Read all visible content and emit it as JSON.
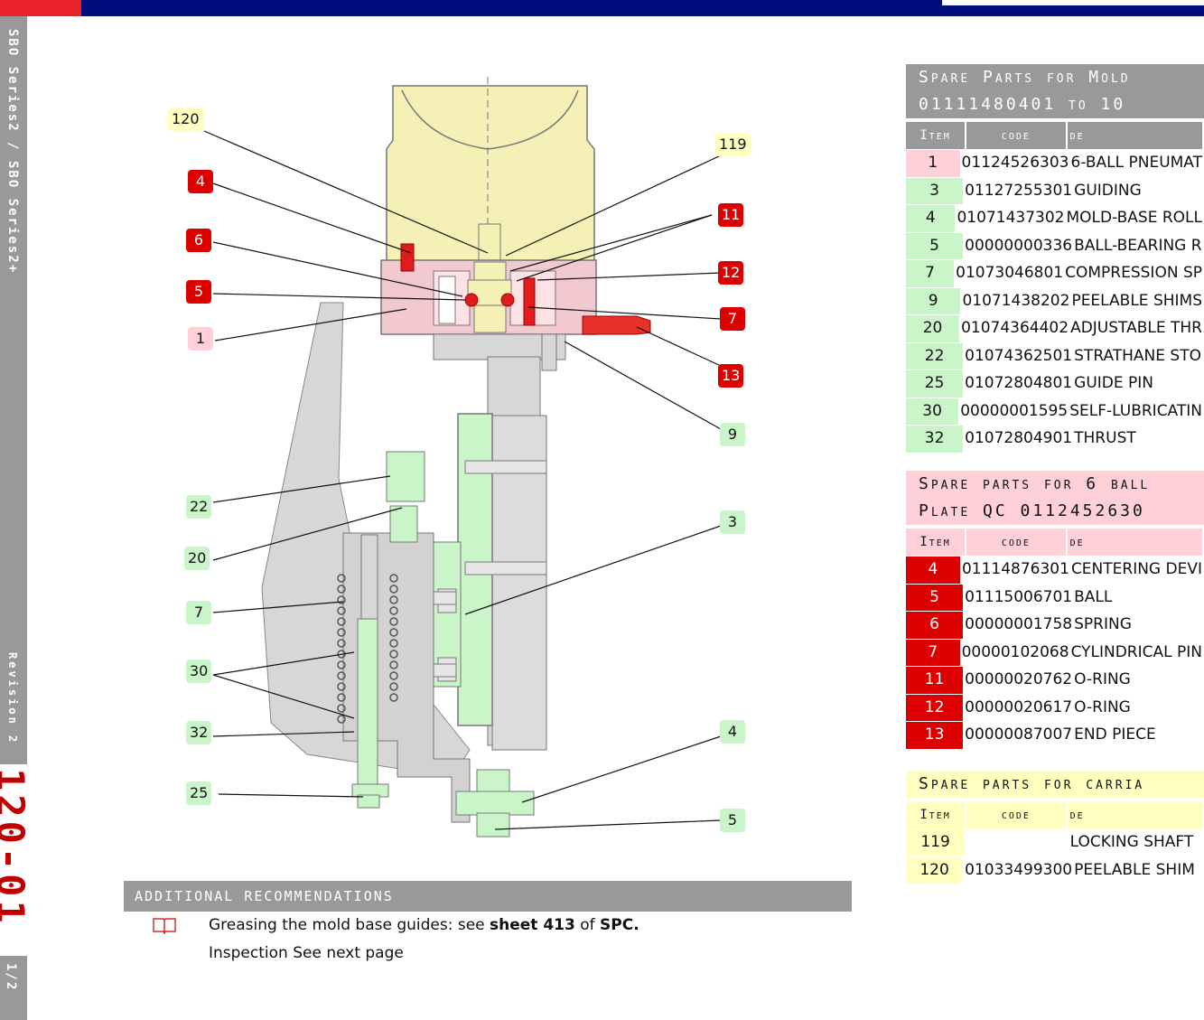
{
  "sidebar": {
    "series": "SBO Series2 / SBO Series2+",
    "revision": "Revision 2",
    "sheet_number": "120-01",
    "page": "1/2"
  },
  "diagram": {
    "callouts": {
      "c120": "120",
      "c119": "119",
      "c4a": "4",
      "c11": "11",
      "c6": "6",
      "c12": "12",
      "c5a": "5",
      "c7a": "7",
      "c1": "1",
      "c13": "13",
      "c9": "9",
      "c22": "22",
      "c3": "3",
      "c20": "20",
      "c7b": "7",
      "c30": "30",
      "c32": "32",
      "c4b": "4",
      "c25": "25",
      "c5b": "5"
    }
  },
  "recommendations": {
    "title": "Additional recommendations",
    "line1_prefix": "Greasing the mold base guides: see ",
    "line1_bold1": "sheet 413",
    "line1_mid": " of ",
    "line1_bold2": "SPC.",
    "line2": "Inspection See next page"
  },
  "tables": [
    {
      "title_line1": "Spare Parts for Mold",
      "title_line2": "01111480401 to 10",
      "headers": {
        "item": "Item",
        "code": "code",
        "desc": "de"
      },
      "rows": [
        {
          "item": "1",
          "code": "01124526303",
          "desc": "6-BALL PNEUMAT",
          "color": "#ffd0d8"
        },
        {
          "item": "3",
          "code": "01127255301",
          "desc": "GUIDING",
          "color": "#c9f5c9"
        },
        {
          "item": "4",
          "code": "01071437302",
          "desc": "MOLD-BASE ROLL",
          "color": "#c9f5c9"
        },
        {
          "item": "5",
          "code": "00000000336",
          "desc": "BALL-BEARING R",
          "color": "#c9f5c9"
        },
        {
          "item": "7",
          "code": "01073046801",
          "desc": "COMPRESSION SP",
          "color": "#c9f5c9"
        },
        {
          "item": "9",
          "code": "01071438202",
          "desc": "PEELABLE SHIMS",
          "color": "#c9f5c9"
        },
        {
          "item": "20",
          "code": "01074364402",
          "desc": "ADJUSTABLE THR",
          "color": "#c9f5c9"
        },
        {
          "item": "22",
          "code": "01074362501",
          "desc": "STRATHANE STO",
          "color": "#c9f5c9"
        },
        {
          "item": "25",
          "code": "01072804801",
          "desc": "GUIDE PIN",
          "color": "#c9f5c9"
        },
        {
          "item": "30",
          "code": "00000001595",
          "desc": "SELF-LUBRICATIN",
          "color": "#c9f5c9"
        },
        {
          "item": "32",
          "code": "01072804901",
          "desc": "THRUST",
          "color": "#c9f5c9"
        }
      ]
    },
    {
      "title_line1": "Spare parts for 6 ball",
      "title_line2": "Plate QC 0112452630",
      "headers": {
        "item": "Item",
        "code": "code",
        "desc": "de"
      },
      "rows": [
        {
          "item": "4",
          "code": "01114876301",
          "desc": "CENTERING DEVI",
          "color": "#dd0000"
        },
        {
          "item": "5",
          "code": "01115006701",
          "desc": "BALL",
          "color": "#dd0000"
        },
        {
          "item": "6",
          "code": "00000001758",
          "desc": "SPRING",
          "color": "#dd0000"
        },
        {
          "item": "7",
          "code": "00000102068",
          "desc": "CYLINDRICAL PIN",
          "color": "#dd0000"
        },
        {
          "item": "11",
          "code": "00000020762",
          "desc": "O-RING",
          "color": "#dd0000"
        },
        {
          "item": "12",
          "code": "00000020617",
          "desc": "O-RING",
          "color": "#dd0000"
        },
        {
          "item": "13",
          "code": "00000087007",
          "desc": "END PIECE",
          "color": "#dd0000"
        }
      ]
    },
    {
      "title_line1": "Spare parts for carria",
      "title_line2": "",
      "headers": {
        "item": "Item",
        "code": "code",
        "desc": "de"
      },
      "rows": [
        {
          "item": "119",
          "code": "",
          "desc": "LOCKING SHAFT",
          "color": "#ffffbf"
        },
        {
          "item": "120",
          "code": "01033499300",
          "desc": "PEELABLE SHIM",
          "color": "#ffffbf"
        }
      ]
    }
  ]
}
